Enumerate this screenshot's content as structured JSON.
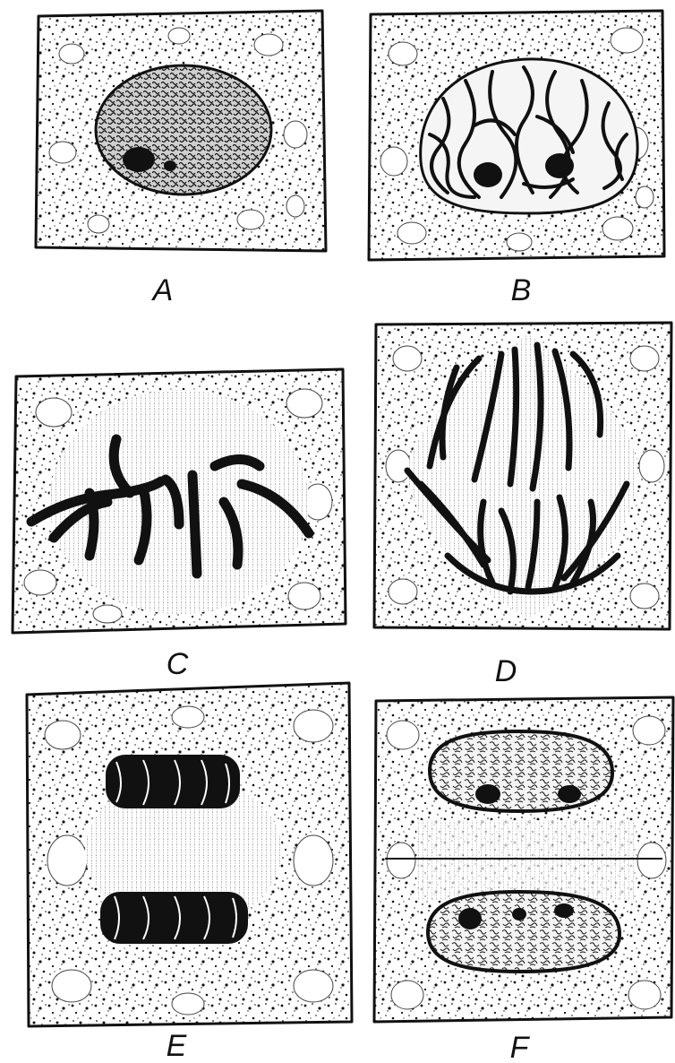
{
  "figure": {
    "panels": [
      {
        "id": "A",
        "label": "A",
        "stage": "interphase"
      },
      {
        "id": "B",
        "label": "B",
        "stage": "prophase"
      },
      {
        "id": "C",
        "label": "C",
        "stage": "metaphase"
      },
      {
        "id": "D",
        "label": "D",
        "stage": "anaphase"
      },
      {
        "id": "E",
        "label": "E",
        "stage": "telophase"
      },
      {
        "id": "F",
        "label": "F",
        "stage": "daughter-cells"
      }
    ],
    "colors": {
      "ink": "#111111",
      "paper": "#ffffff",
      "spindle": "#9a9a9a"
    }
  }
}
